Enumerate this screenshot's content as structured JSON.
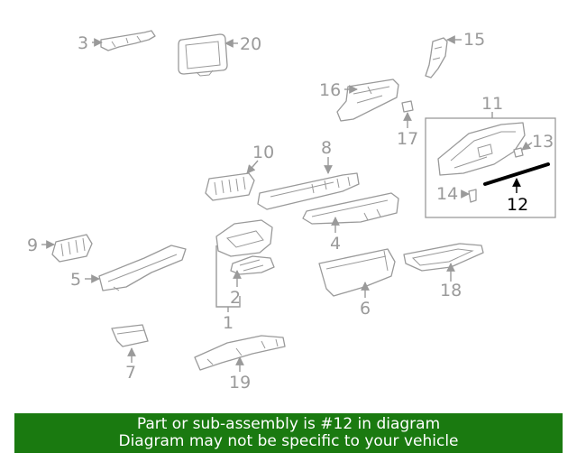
{
  "diagram": {
    "callouts": {
      "c1": "1",
      "c2": "2",
      "c3": "3",
      "c4": "4",
      "c5": "5",
      "c6": "6",
      "c7": "7",
      "c8": "8",
      "c9": "9",
      "c10": "10",
      "c11": "11",
      "c12": "12",
      "c13": "13",
      "c14": "14",
      "c15": "15",
      "c16": "16",
      "c17": "17",
      "c18": "18",
      "c19": "19",
      "c20": "20"
    },
    "highlighted_part": "12"
  },
  "footer": {
    "line1": "Part or sub-assembly is #12 in diagram",
    "line2": "Diagram may not be specific to your vehicle"
  },
  "colors": {
    "line_gray": "#9a9a9a",
    "highlight": "#000000",
    "footer_bg": "#1a7a10",
    "footer_text": "#ffffff"
  }
}
